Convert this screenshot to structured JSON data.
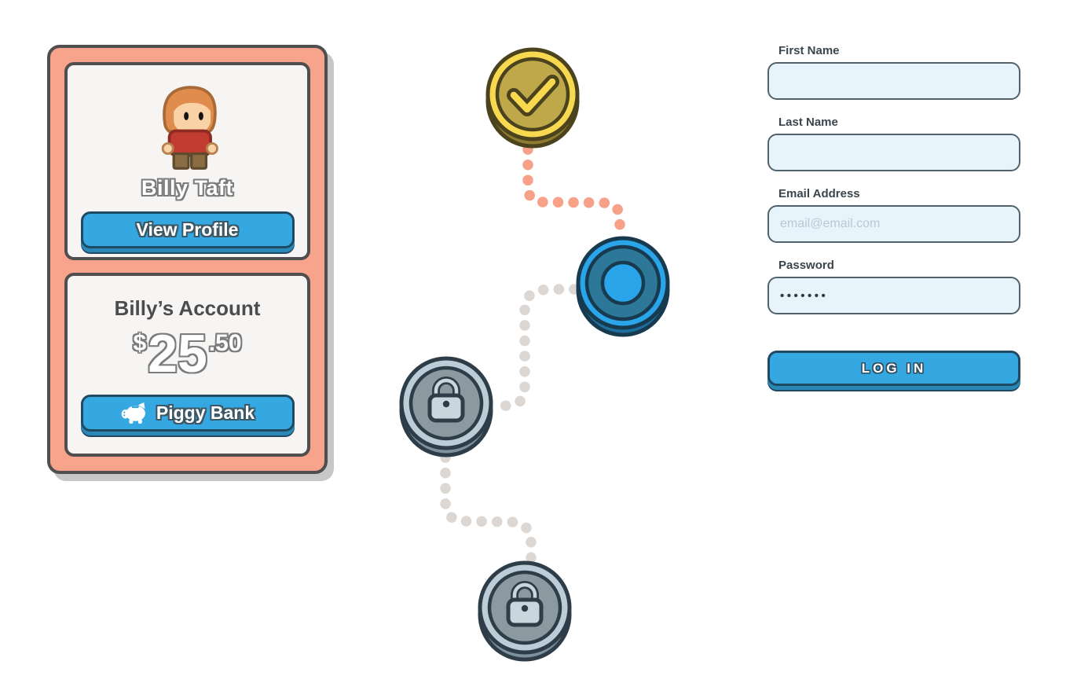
{
  "profile_card": {
    "name": "Billy Taft",
    "view_profile_label": "View Profile",
    "account_title": "Billy’s Account",
    "balance": {
      "currency": "$",
      "dollars": "25",
      "cents": ".50"
    },
    "piggy_bank_label": "Piggy Bank",
    "avatar_icon": "boy-character-avatar",
    "piggy_icon": "piggy-bank-icon"
  },
  "level_map": {
    "nodes": [
      {
        "name": "level-node-completed",
        "state": "completed",
        "icon": "check-icon"
      },
      {
        "name": "level-node-current",
        "state": "current",
        "icon": "target-rings"
      },
      {
        "name": "level-node-locked-1",
        "state": "locked",
        "icon": "lock-icon"
      },
      {
        "name": "level-node-locked-2",
        "state": "locked",
        "icon": "lock-icon"
      }
    ],
    "path_segments": [
      {
        "from": "completed",
        "to": "current",
        "style": "salmon-dotted"
      },
      {
        "from": "current",
        "to": "locked-1",
        "style": "gray-dotted"
      },
      {
        "from": "locked-1",
        "to": "locked-2",
        "style": "gray-dotted"
      }
    ]
  },
  "login_form": {
    "fields": [
      {
        "label": "First Name",
        "value": "",
        "placeholder": ""
      },
      {
        "label": "Last Name",
        "value": "",
        "placeholder": ""
      },
      {
        "label": "Email Address",
        "value": "",
        "placeholder": "email@email.com"
      },
      {
        "label": "Password",
        "value": "•••••••",
        "placeholder": ""
      }
    ],
    "login_button_label": "LOG IN"
  },
  "colors": {
    "accent_blue": "#35a8e2",
    "accent_blue_shade": "#2a87b6",
    "navy_outline": "#1f4a61",
    "salmon_card": "#f8a38c",
    "card_border_gray": "#4f4f4f",
    "coin_gold": "#f8d84e",
    "coin_olive": "#bfa84a",
    "coin_outline": "#4b431d",
    "current_blue_bright": "#2aa5ea",
    "current_blue_band": "#2d7799",
    "locked_rim": "#bccdd8",
    "locked_gray": "#8c99a1",
    "locked_outline": "#2e3d47",
    "path_salmon": "#f8a189",
    "path_gray": "#ddd7d4",
    "field_bg": "#e7f4fc"
  }
}
